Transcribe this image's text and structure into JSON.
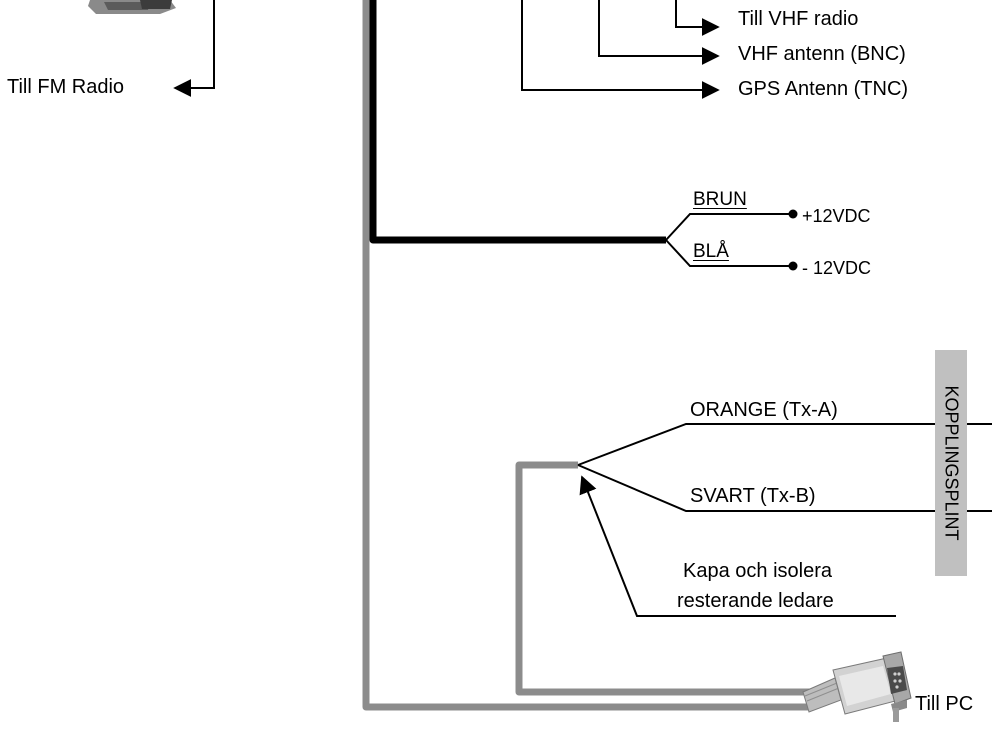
{
  "labels": {
    "till_fm_radio": "Till FM Radio",
    "till_vhf_radio": "Till VHF radio",
    "vhf_antenn": "VHF antenn (BNC)",
    "gps_antenn": "GPS Antenn (TNC)",
    "brun": "BRUN",
    "bla": "BLÅ",
    "plus_12vdc": "+12VDC",
    "minus_12vdc": "- 12VDC",
    "orange_tx_a": "ORANGE (Tx-A)",
    "svart_tx_b": "SVART (Tx-B)",
    "kapa_line1": "Kapa och isolera",
    "kapa_line2": "resterande ledare",
    "kopplingsplint": "KOPPLINGSPLINT",
    "till_pc": "Till PC"
  },
  "colors": {
    "wire_black": "#000000",
    "wire_gray": "#8c8c8c",
    "terminal_block": "#c0c0c0"
  },
  "icons": {
    "pc_connector": "db9-serial-connector-icon",
    "fm_connector": "fm-radio-connector-icon"
  }
}
